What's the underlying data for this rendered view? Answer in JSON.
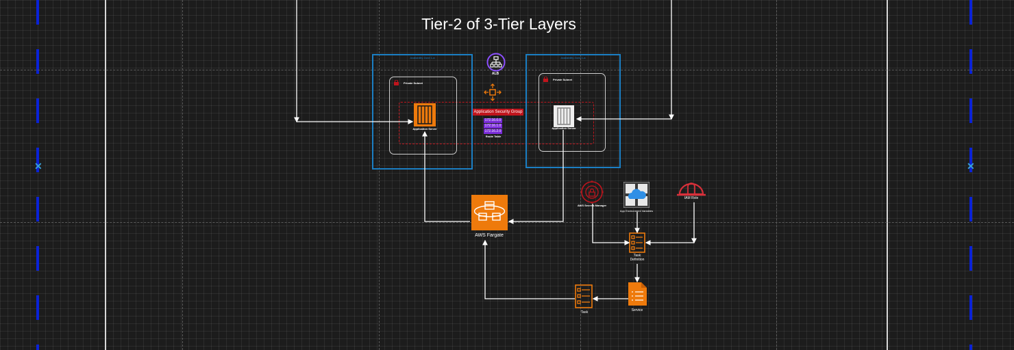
{
  "title": "Tier-2 of 3-Tier Layers",
  "availability_zones": [
    {
      "label": "Availability Zone 1-a",
      "subnet_label": "Private Subnet",
      "server_label": "Application Server"
    },
    {
      "label": "Availability Zone 1-a",
      "subnet_label": "Private Subnet",
      "server_label": "Application Server"
    }
  ],
  "alb_label": "ALB",
  "security_group_label": "Application Security Group",
  "route_table": {
    "cidrs": [
      "172.16.0.0",
      "172.16.1.0",
      "172.16.2.0"
    ],
    "label": "Route Table"
  },
  "fargate_label": "AWS Fargate",
  "secrets_manager_label": "AWS Secrets Manager",
  "app_env_label": "App Environment Variables",
  "iam_role_label": "IAM Role",
  "task_definition_label": "Task\nDefinition",
  "service_label": "Service",
  "task_label": "Task",
  "colors": {
    "background": "#1c1c1c",
    "az_border": "#1b7fc4",
    "security_group": "#c0141c",
    "route_table": "#7a2cd8",
    "aws_orange": "#ee7a0c",
    "guide_blue": "#0a22d8",
    "alb_purple": "#8c4fff"
  },
  "icons": [
    "lock-icon",
    "ec2-instance-icon",
    "alb-icon",
    "auto-scaling-icon",
    "fargate-icon",
    "secrets-manager-icon",
    "cloud-icon",
    "iam-role-icon",
    "task-definition-icon",
    "service-document-icon",
    "task-icon"
  ]
}
